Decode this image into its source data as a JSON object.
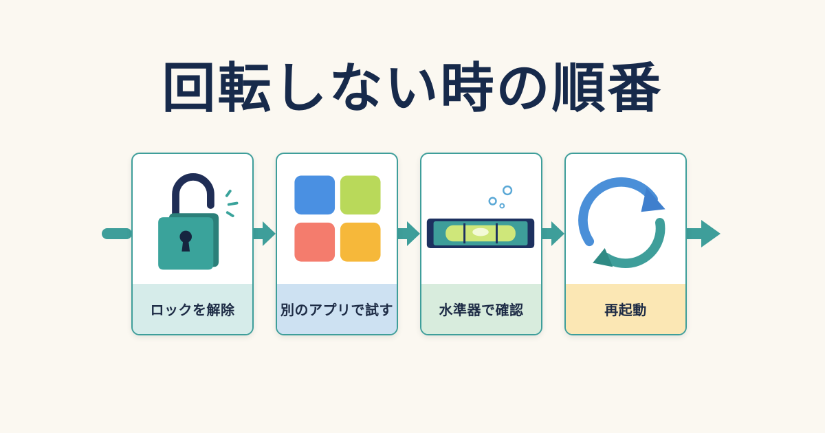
{
  "title": "回転しない時の順番",
  "steps": [
    {
      "label": "ロックを解除",
      "icon": "unlocked-padlock-icon"
    },
    {
      "label": "別のアプリで試す",
      "icon": "app-tiles-icon"
    },
    {
      "label": "水準器で確認",
      "icon": "spirit-level-icon"
    },
    {
      "label": "再起動",
      "icon": "restart-arrows-icon"
    }
  ],
  "colors": {
    "background": "#fbf8f1",
    "title": "#172a4b",
    "accent_teal": "#3e9e9a",
    "label_bg_1": "#d6ecea",
    "label_bg_2": "#cde1f2",
    "label_bg_3": "#d8ecdd",
    "label_bg_4": "#fbe7b4"
  }
}
